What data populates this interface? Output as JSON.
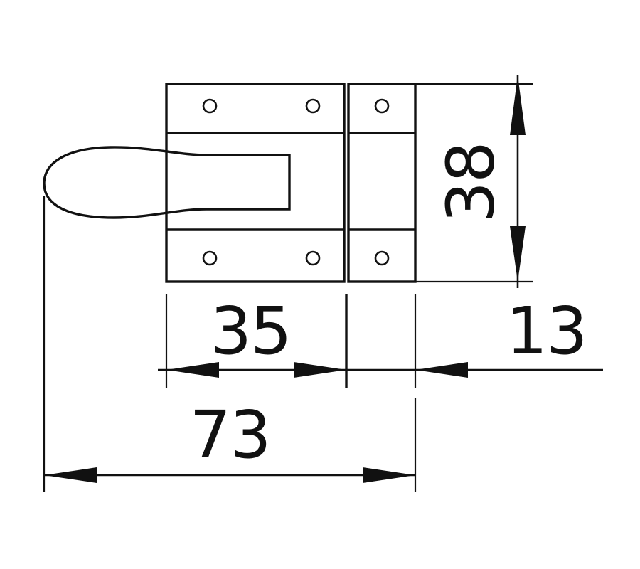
{
  "dimensions": {
    "height": "38",
    "plate_width": "35",
    "keeper_offset": "13",
    "overall_length": "73"
  }
}
